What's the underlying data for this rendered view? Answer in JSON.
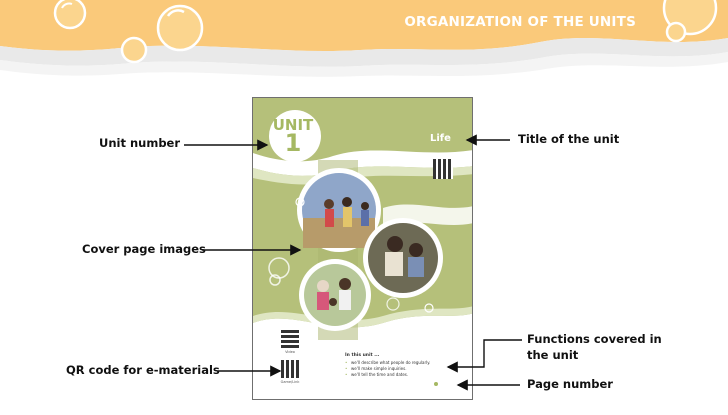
{
  "header": {
    "title": "ORGANIZATION OF THE UNITS"
  },
  "colors": {
    "banner": "#fac97a",
    "page_green": "#b5c07a",
    "accent_green": "#a5b862"
  },
  "thumbnail": {
    "unit_label": "UNIT",
    "unit_number": "1",
    "title": "Life",
    "qr_caption_1": "Video",
    "qr_caption_2": "Game/Link",
    "functions_heading": "In this unit ...",
    "functions": [
      "we'll describe what people do regularly.",
      "we'll make simple inquiries.",
      "we'll tell the time and dates."
    ]
  },
  "annotations": {
    "unit_number": "Unit number",
    "title_of_unit": "Title of the unit",
    "cover_images": "Cover page images",
    "qr_code": "QR code for e-materials",
    "functions_line1": "Functions covered in",
    "functions_line2": "the unit",
    "page_number": "Page number"
  }
}
